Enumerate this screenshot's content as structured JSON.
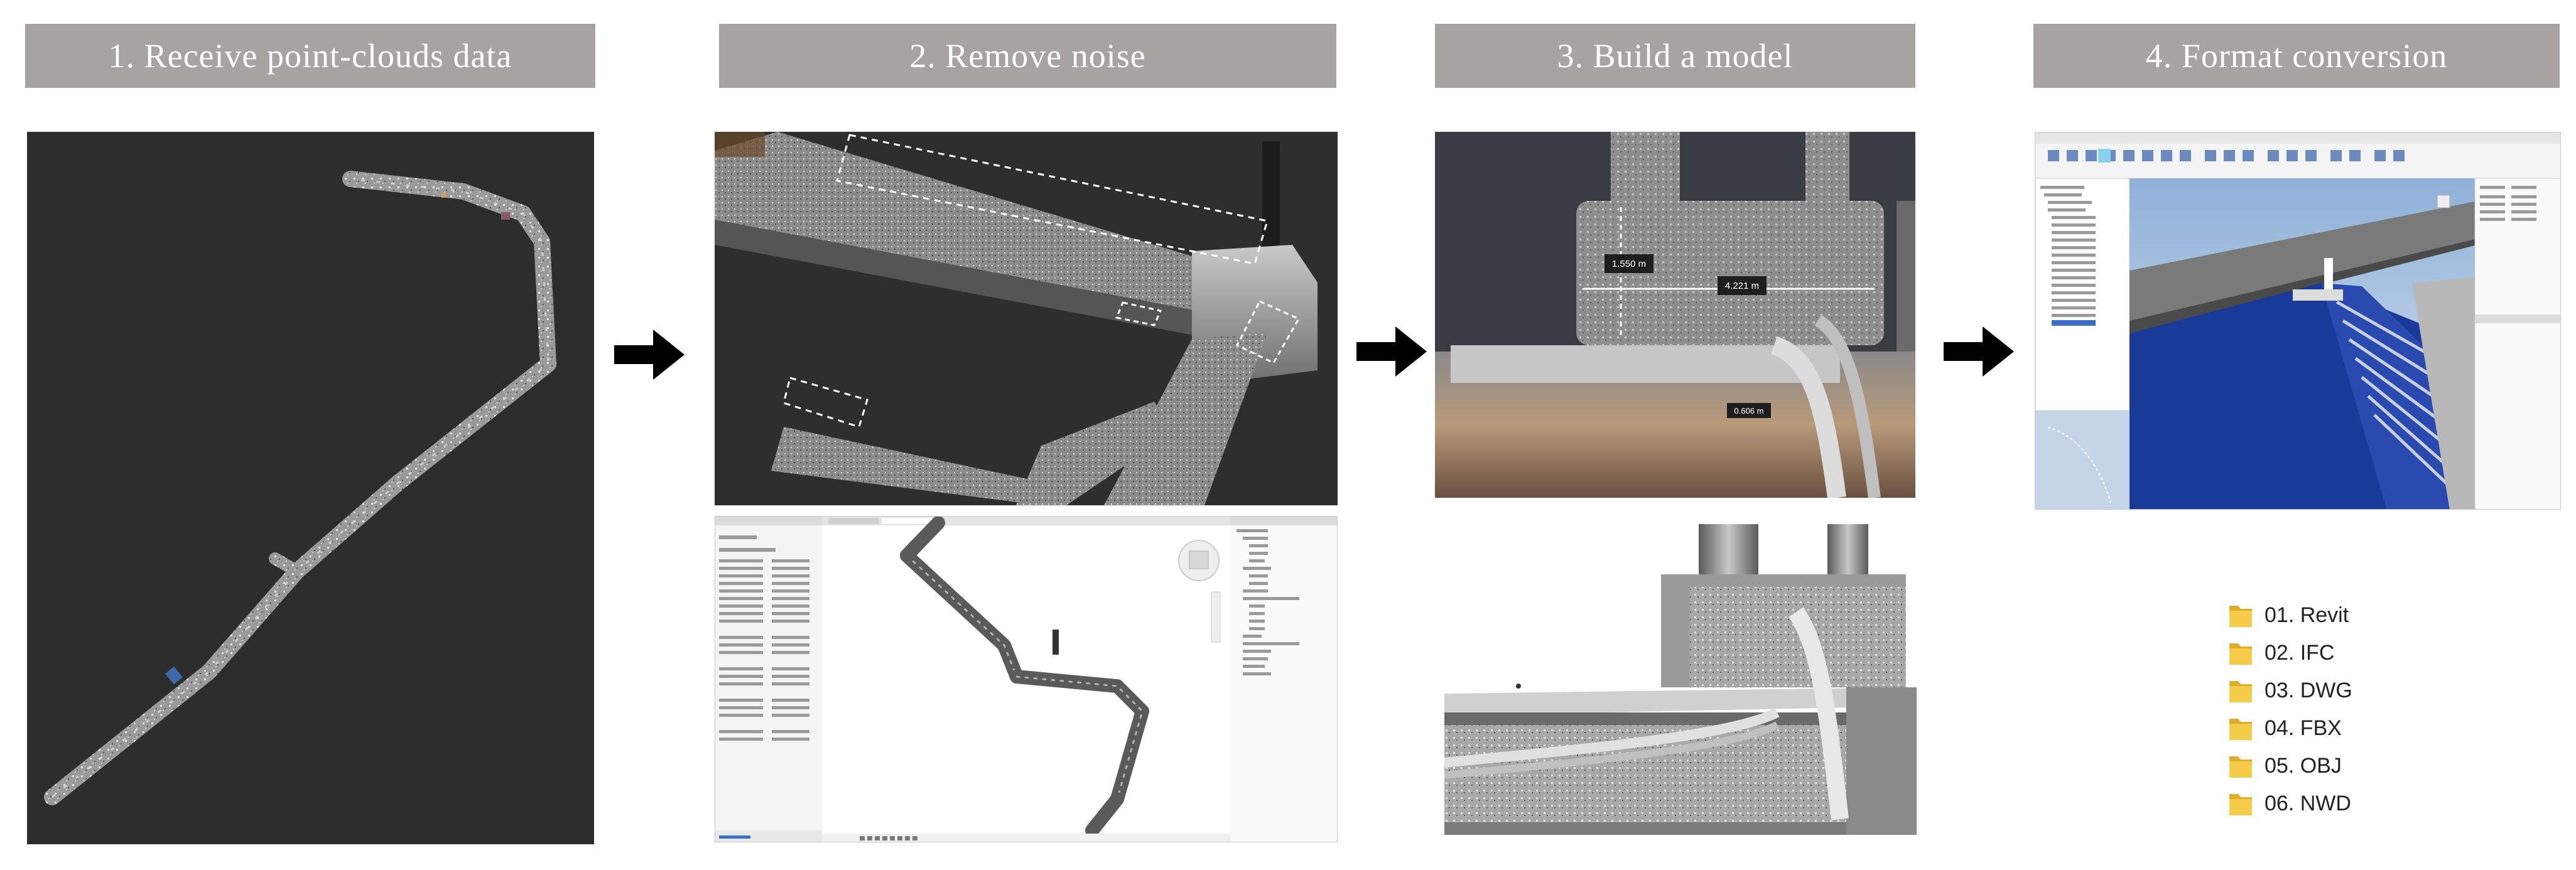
{
  "steps": [
    {
      "label": "1. Receive point-clouds data"
    },
    {
      "label": "2. Remove noise"
    },
    {
      "label": "3. Build a model"
    },
    {
      "label": "4. Format conversion"
    }
  ],
  "measurements": {
    "height": "1.550 m",
    "width": "4.221 m",
    "depth": "0.606 m"
  },
  "folders": [
    {
      "label": "01. Revit"
    },
    {
      "label": "02. IFC"
    },
    {
      "label": "03. DWG"
    },
    {
      "label": "04. FBX"
    },
    {
      "label": "05. OBJ"
    },
    {
      "label": "06. NWD"
    }
  ],
  "colors": {
    "header_bg": "#a6a3a0",
    "folder_yellow": "#f5cc4a",
    "viewer_dark": "#2d2d2d",
    "model_blue": "#1a3a9a"
  },
  "icons": [
    "right-arrow-icon",
    "folder-icon"
  ]
}
